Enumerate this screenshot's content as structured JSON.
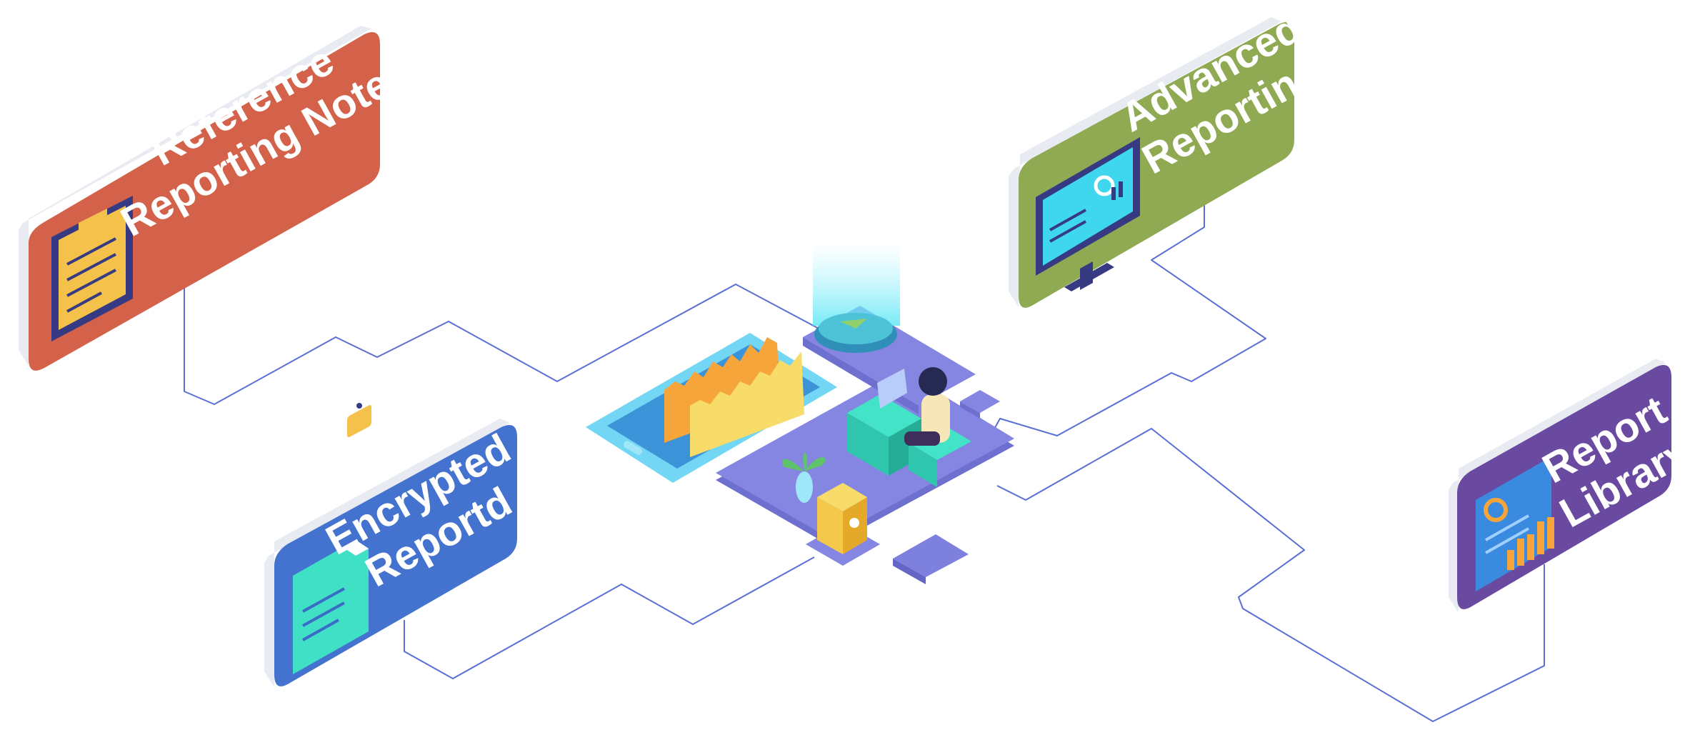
{
  "colors": {
    "background": "#ffffff",
    "connector": "#5a6fd6",
    "card_red": "#d4614a",
    "card_green": "#8faa52",
    "card_blue": "#4472cf",
    "card_purple": "#6a4aa0",
    "platform": "#8486e2",
    "tablet": "#6fd4f2",
    "chart_orange": "#f6a53b",
    "chart_yellow": "#f8dc6a",
    "teal": "#3fe0c5"
  },
  "cards": {
    "reference": {
      "line1": "Reference",
      "line2": "Reporting Notes",
      "icon": "clipboard-icon"
    },
    "advanced": {
      "line1": "Advanced",
      "line2": "Reporting",
      "icon": "monitor-dashboard-icon"
    },
    "encrypted": {
      "line1": "Encrypted",
      "line2": "Reportd",
      "icon": "locked-document-icon"
    },
    "library": {
      "line1": "Report",
      "line2": "Library",
      "icon": "report-chart-icon"
    }
  }
}
